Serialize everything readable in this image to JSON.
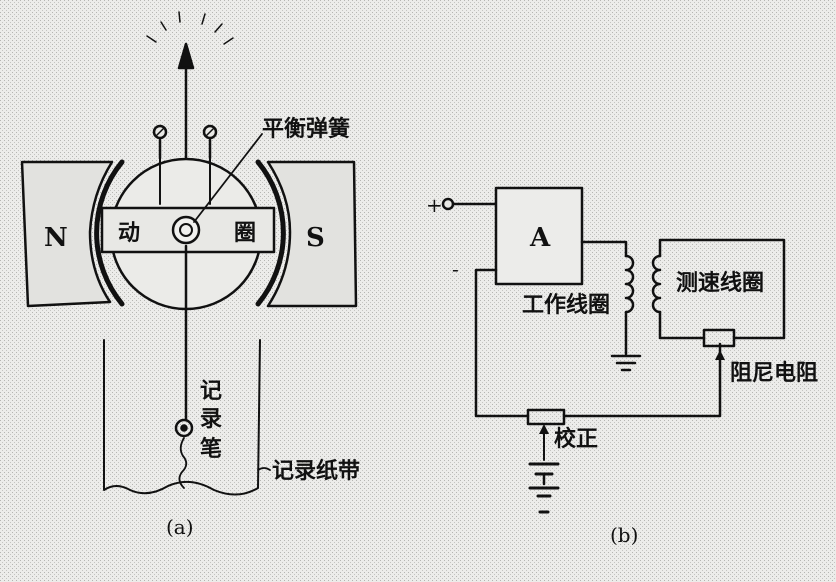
{
  "diagram_a": {
    "magnet_north": "N",
    "magnet_south": "S",
    "label_balance_spring": "平衡弹簧",
    "coil_char_1": "动",
    "coil_char_2": "圈",
    "pen_char_1": "记",
    "pen_char_2": "录",
    "pen_char_3": "笔",
    "label_paper_tape": "记录纸带",
    "caption": "(a)"
  },
  "diagram_b": {
    "terminal_plus": "+",
    "terminal_minus": "-",
    "amplifier_label": "A",
    "label_working_coil": "工作线圈",
    "label_speed_coil": "测速线圈",
    "label_damping_resistor": "阻尼电阻",
    "label_calibration": "校正",
    "caption": "(b)"
  },
  "colors": {
    "ink": "#111111",
    "paper": "#e9e9e6"
  }
}
